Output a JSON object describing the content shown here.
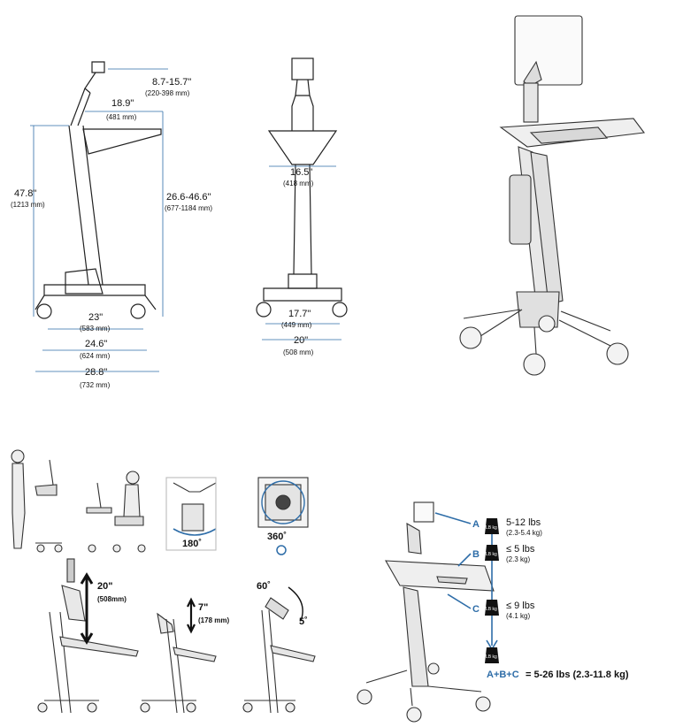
{
  "side_view": {
    "dims": [
      {
        "value": "8.7-15.7\"",
        "metric": "(220-398 mm)"
      },
      {
        "value": "18.9\"",
        "metric": "(481 mm)"
      },
      {
        "value": "47.8\"",
        "metric": "(1213 mm)"
      },
      {
        "value": "26.6-46.6\"",
        "metric": "(677-1184 mm)"
      },
      {
        "value": "23\"",
        "metric": "(583 mm)"
      },
      {
        "value": "24.6\"",
        "metric": "(624 mm)"
      },
      {
        "value": "28.8\"",
        "metric": "(732 mm)"
      }
    ]
  },
  "front_view": {
    "dims": [
      {
        "value": "16.5\"",
        "metric": "(418 mm)"
      },
      {
        "value": "17.7\"",
        "metric": "(449 mm)"
      },
      {
        "value": "20\"",
        "metric": "(508 mm)"
      }
    ]
  },
  "adjustments": {
    "rotation": "180˚",
    "pivot": "360˚",
    "height_range": {
      "value": "20\"",
      "metric": "(508mm)"
    },
    "keyboard_range": {
      "value": "7\"",
      "metric": "(178 mm)"
    },
    "tilt_up": "60˚",
    "tilt_down": "5˚"
  },
  "load": {
    "weight_icon": "LB kg",
    "items": [
      {
        "letter": "A",
        "weight": "5-12 lbs",
        "metric": "(2.3-5.4 kg)"
      },
      {
        "letter": "B",
        "weight": "≤ 5 lbs",
        "metric": "(2.3 kg)"
      },
      {
        "letter": "C",
        "weight": "≤ 9 lbs",
        "metric": "(4.1 kg)"
      }
    ],
    "total_letters": "A+B+C",
    "total_value": "= 5-26 lbs (2.3-11.8 kg)"
  },
  "colors": {
    "accent": "#2e6da8",
    "line": "#222222",
    "dim_line": "#2e6da8"
  }
}
